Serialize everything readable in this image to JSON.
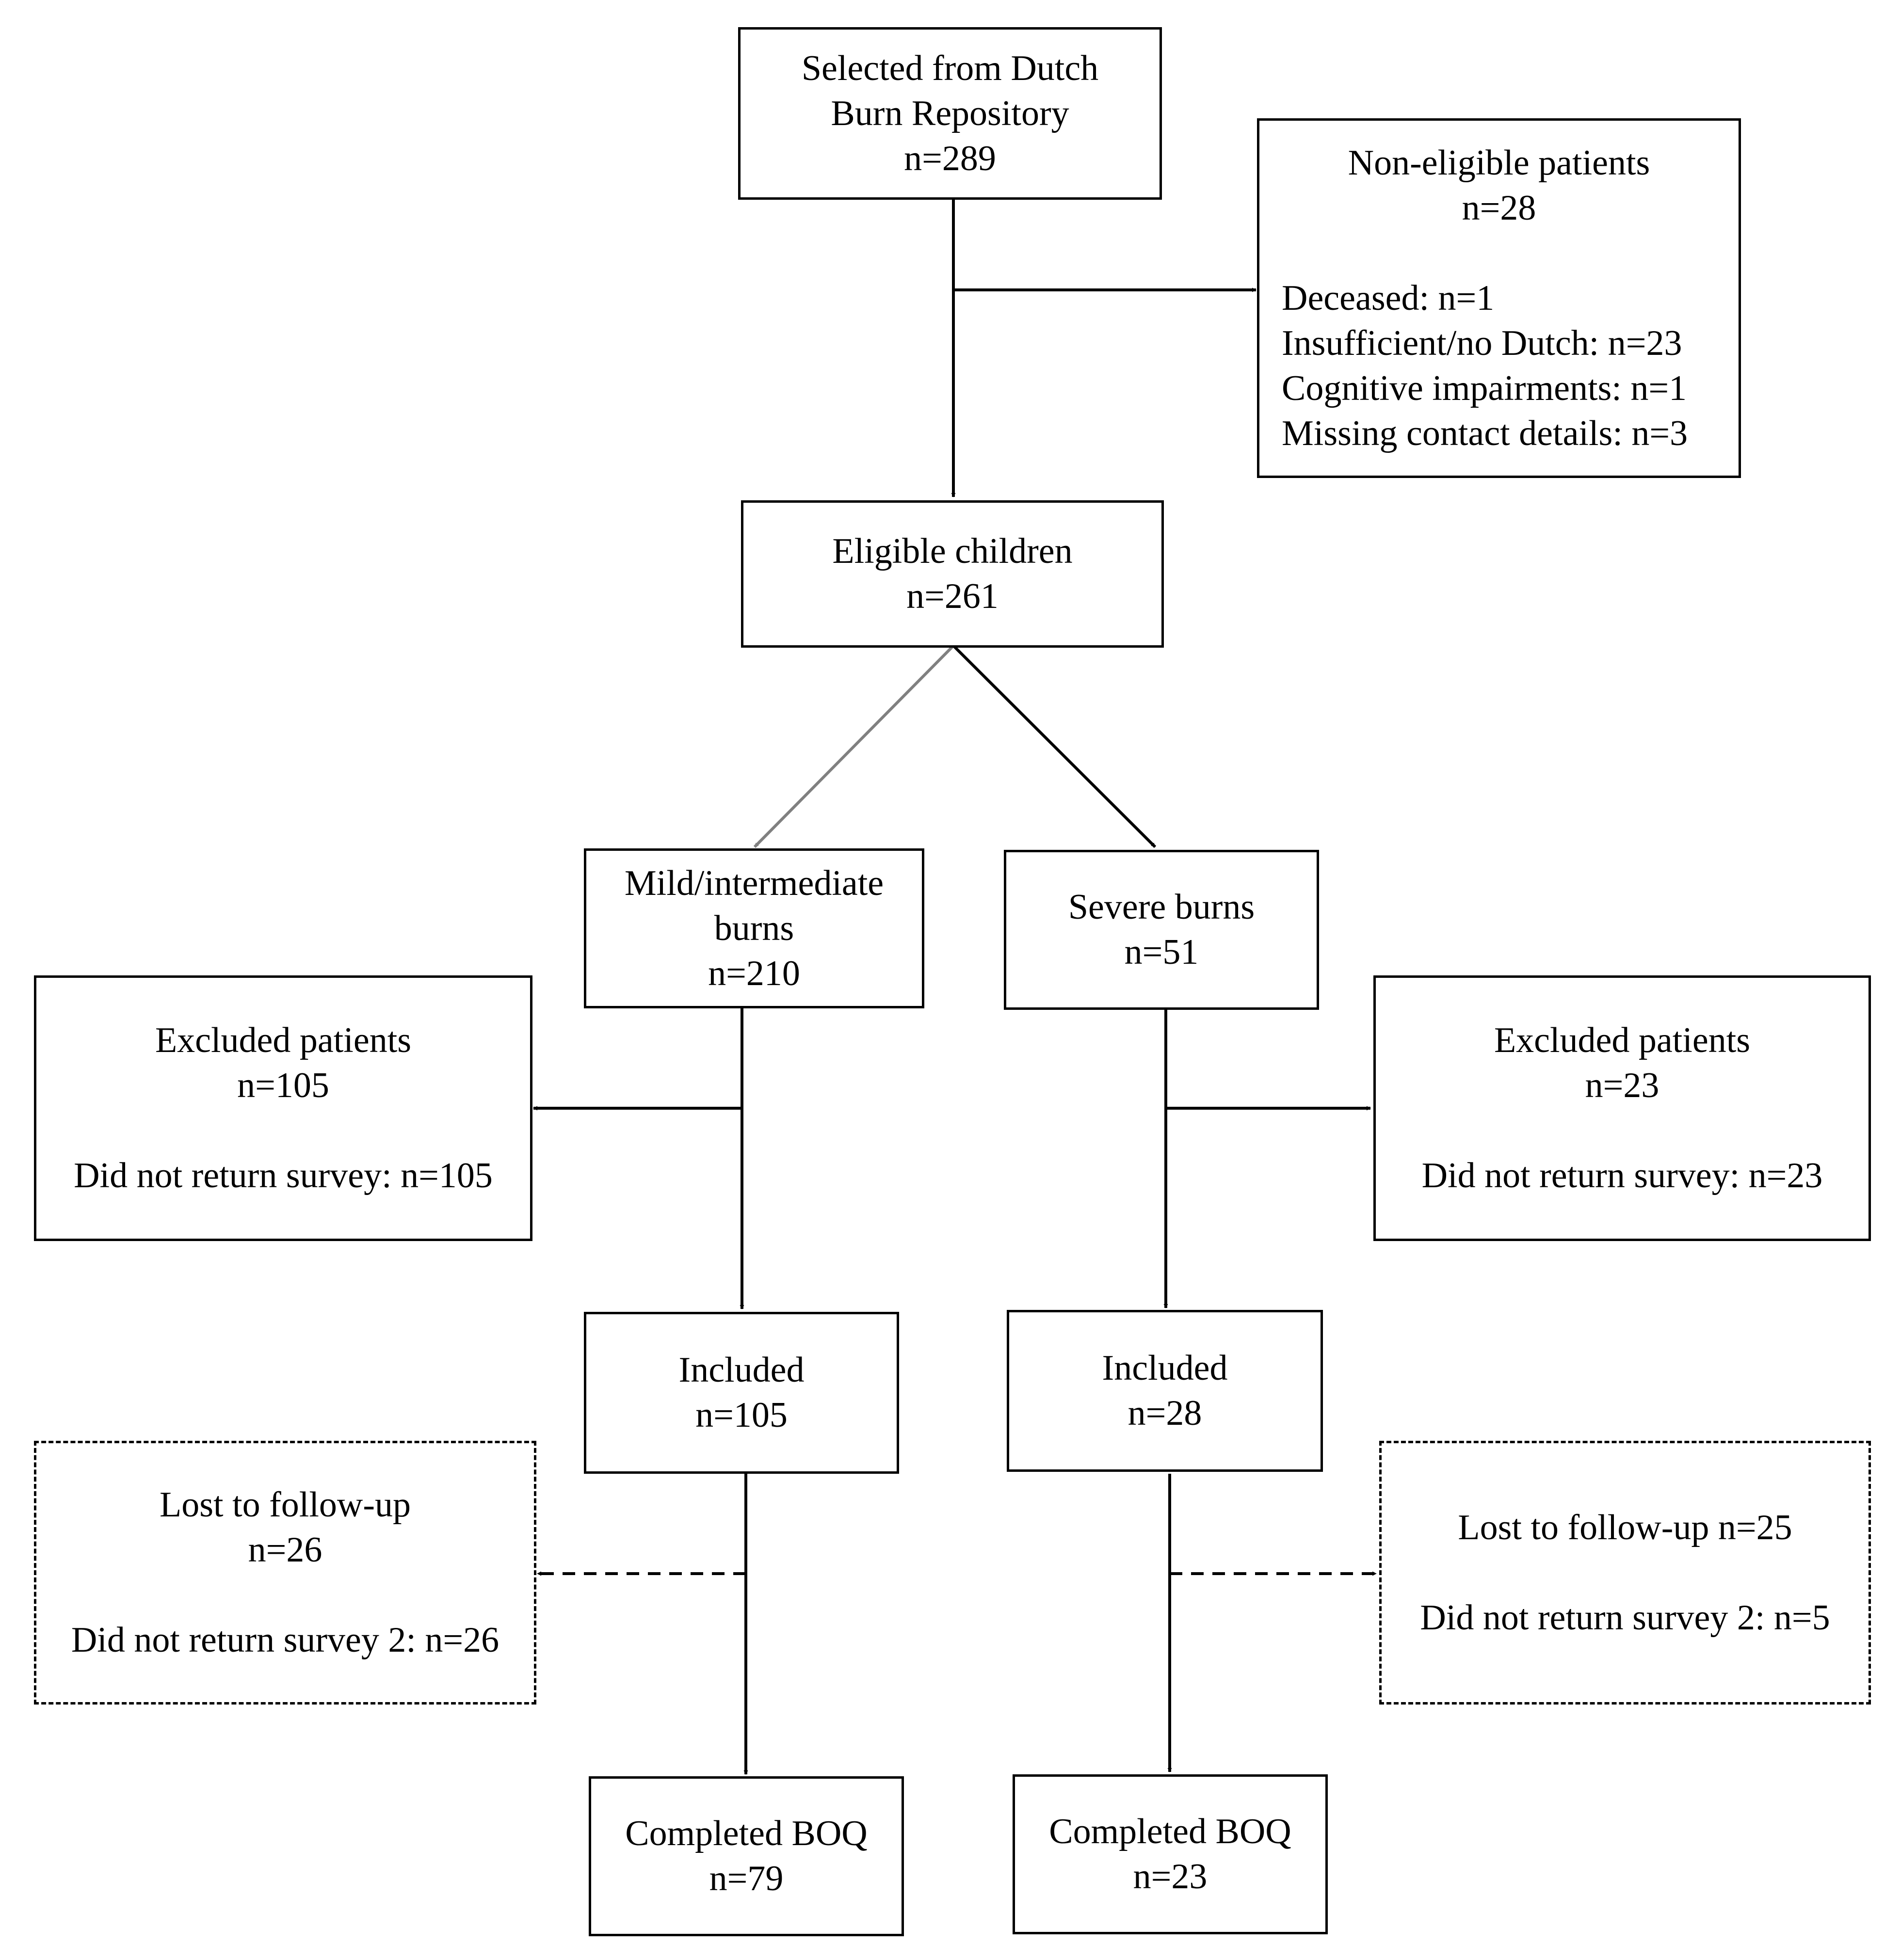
{
  "boxes": {
    "selected": {
      "title": [
        "Selected from Dutch",
        "Burn Repository"
      ],
      "n": "n=289"
    },
    "non_eligible": {
      "title": "Non-eligible patients",
      "n": "n=28",
      "reasons": [
        "Deceased: n=1",
        "Insufficient/no Dutch: n=23",
        "Cognitive impairments: n=1",
        "Missing contact details: n=3"
      ]
    },
    "eligible": {
      "title": "Eligible children",
      "n": "n=261"
    },
    "mild": {
      "title": [
        "Mild/intermediate",
        "burns"
      ],
      "n": "n=210"
    },
    "severe": {
      "title": "Severe burns",
      "n": "n=51"
    },
    "excluded_mild": {
      "title": "Excluded patients",
      "n": "n=105",
      "reason": "Did not return survey: n=105"
    },
    "excluded_severe": {
      "title": "Excluded patients",
      "n": "n=23",
      "reason": "Did not return survey: n=23"
    },
    "included_mild": {
      "title": "Included",
      "n": "n=105"
    },
    "included_severe": {
      "title": "Included",
      "n": "n=28"
    },
    "lost_mild": {
      "title": "Lost to follow-up",
      "n": "n=26",
      "reason": "Did not return survey 2: n=26"
    },
    "lost_severe": {
      "title": "Lost to follow-up n=25",
      "reason": "Did not return survey 2: n=5"
    },
    "completed_mild": {
      "title": "Completed BOQ",
      "n": "n=79"
    },
    "completed_severe": {
      "title": "Completed BOQ",
      "n": "n=23"
    }
  },
  "colors": {
    "line": "#000000",
    "gray_arrow": "#808080",
    "background": "#ffffff"
  }
}
